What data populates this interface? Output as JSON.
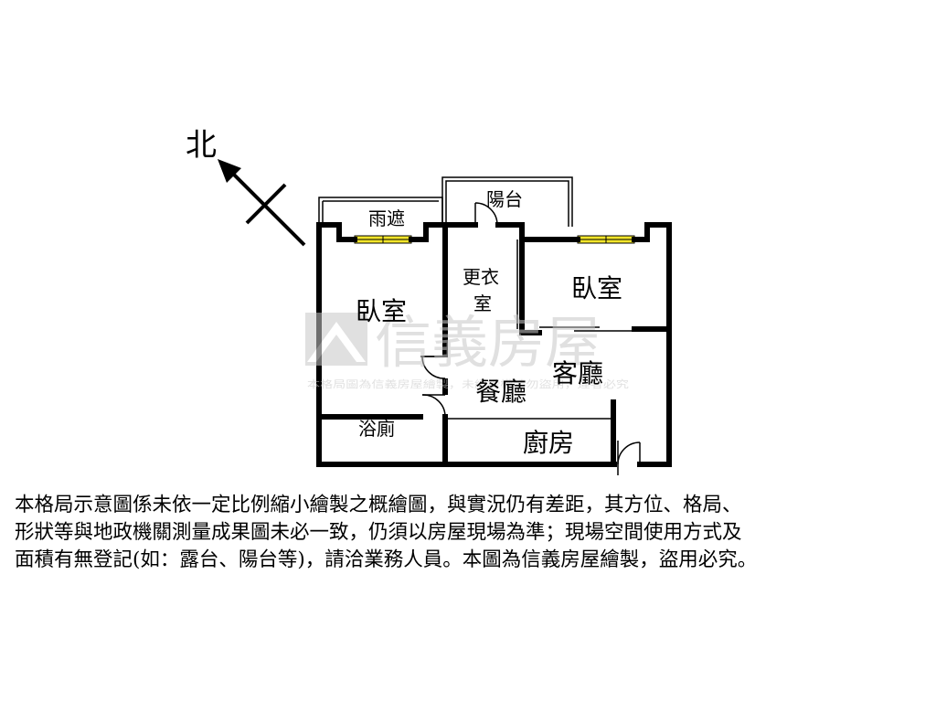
{
  "compass": {
    "label": "北"
  },
  "rooms": {
    "canopy": "雨遮",
    "balcony": "陽台",
    "closet_line1": "更衣",
    "closet_line2": "室",
    "bedroom_left": "臥室",
    "bedroom_right": "臥室",
    "living_room": "客廳",
    "dining_room": "餐廳",
    "bathroom": "浴廁",
    "kitchen": "廚房"
  },
  "watermark": {
    "brand": "信義房屋",
    "caption": "本格局圖為信義房屋繪製，未經授權請勿盜用，違者必究"
  },
  "disclaimer": {
    "line1": "本格局示意圖係未依一定比例縮小繪製之概繪圖，與實況仍有差距，其方位、格局、",
    "line2": "形狀等與地政機關測量成果圖未必一致，仍須以房屋現場為準；現場空間使用方式及",
    "line3": "面積有無登記(如：露台、陽台等)，請洽業務人員。本圖為信義房屋繪製，盜用必究。"
  },
  "colors": {
    "wall": "#000000",
    "window": "#f2e52a",
    "watermark": "#c8c8c8"
  }
}
